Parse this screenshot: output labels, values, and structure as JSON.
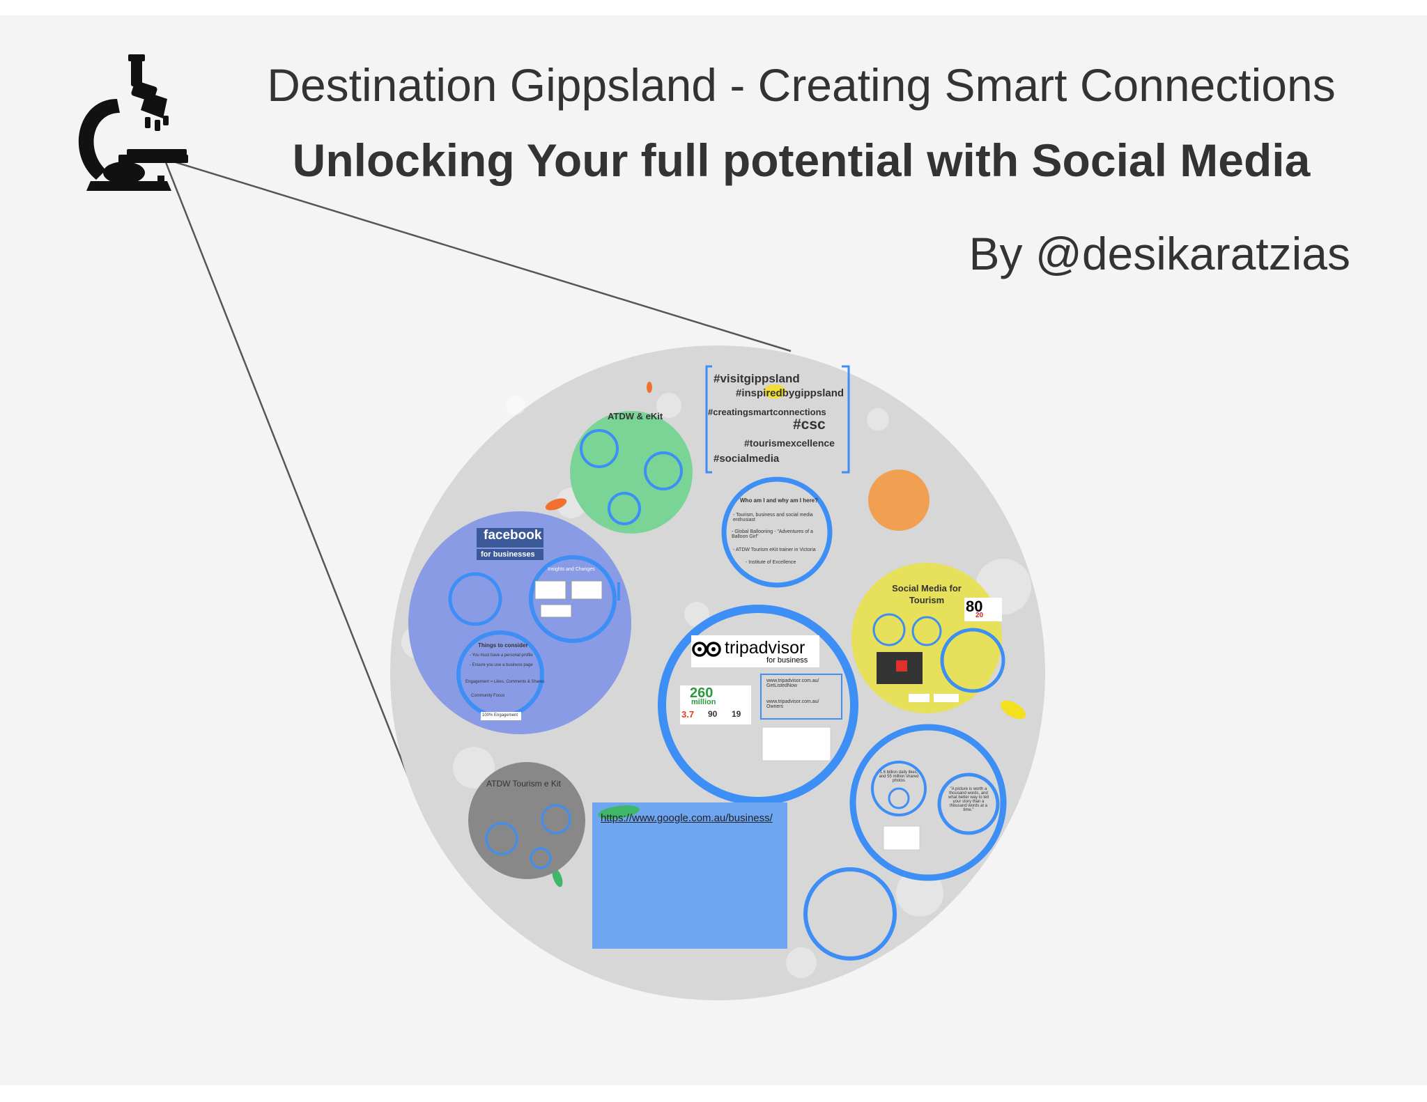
{
  "header": {
    "title": "Destination Gippsland - Creating Smart Connections",
    "subtitle": "Unlocking Your full potential with Social Media",
    "byline": "By @desikaratzias"
  },
  "hashtags": {
    "t1": "#visitgippsland",
    "t2": "#inspiredbygippsland",
    "t3": "#creatingsmartconnections",
    "t4": "#csc",
    "t5": "#tourismexcellence",
    "t6": "#socialmedia"
  },
  "atdw_ekit": {
    "label": "ATDW & eKit"
  },
  "atdw_kit": {
    "label": "ATDW Tourism e Kit"
  },
  "who": {
    "heading": "Who am I and why am I here?",
    "b1": "- Tourism, business and social media enthusiast",
    "b2": "- Global Ballooning - \"Adventures of a Balloon Girl\"",
    "b3": "- ATDW Tourism eKit trainer in Victoria",
    "b4": "- Institute of Excellence"
  },
  "facebook": {
    "logo": "facebook",
    "logo_sub": "for businesses",
    "insights": "Insights and Changes",
    "things": "Things to consider",
    "things_b1": "- You must have a personal profile",
    "things_b2": "- Ensure you use a business page",
    "things_b3": "Engagement = Likes, Comments & Shares",
    "things_b4": "Community Focus",
    "things_b5": "100% Engagement"
  },
  "tripadvisor": {
    "logo": "tripadvisor",
    "logo_sub": "for business",
    "stat_big": "260",
    "stat_big_sub": "million",
    "stat_a": "3.7",
    "stat_b": "90",
    "stat_c": "19",
    "url1": "www.tripadvisor.com.au/ GetListedNow",
    "url2": "www.tripadvisor.com.au/ Owners"
  },
  "social_tourism": {
    "label": "Social Media for Tourism",
    "badge": "80",
    "badge_sub": "20"
  },
  "google": {
    "url": "https://www.google.com.au/business/"
  },
  "instagram": {
    "stat": "1.6 billion daily likes, and 55 million shared photos",
    "quote": "\"A picture is worth a thousand words, and what better way to tell your story than a thousand words at a time.\""
  },
  "colors": {
    "background": "#f4f4f4",
    "main_circle": "#d7d7d7",
    "facebook_circle": "#8a9be6",
    "ekit_circle": "#79d496",
    "tourism_circle": "#e6e05a",
    "kit_circle": "#888888",
    "ring_blue": "#3d8ef5",
    "orange": "#f0a050",
    "google_box": "#6fa6f2"
  },
  "icons": {
    "microscope": "microscope-icon"
  }
}
